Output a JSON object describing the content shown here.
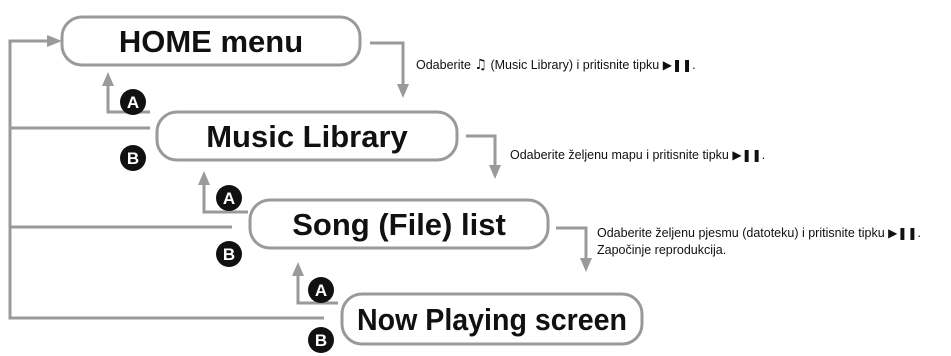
{
  "nodes": {
    "home_menu": "HOME menu",
    "music_library": "Music Library",
    "song_list": "Song (File) list",
    "now_playing": "Now Playing screen"
  },
  "badges": {
    "a": "A",
    "b": "B"
  },
  "instructions": {
    "step1_prefix": "Odaberite",
    "step1_suffix": "(Music Library) i pritisnite tipku",
    "step2": "Odaberite željenu mapu i pritisnite tipku",
    "step3_line1": "Odaberite željenu pjesmu (datoteku) i pritisnite tipku",
    "step3_line2": "Započinje reprodukcija."
  },
  "icons": {
    "music_note": "music-note-icon",
    "play_pause": "play-pause-icon"
  },
  "colors": {
    "connector": "#9a9a9a",
    "badge": "#111111"
  }
}
